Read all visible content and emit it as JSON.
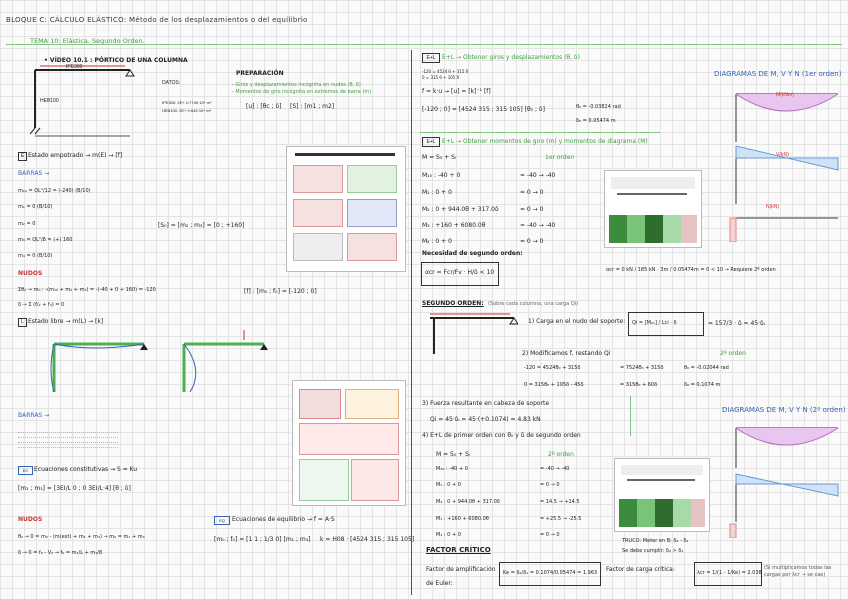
{
  "header": {
    "title": "BLOQUE C: CÁLCULO ELÁSTICO: Método de los desplazamientos o del equilibrio",
    "subtitle": "TEMA 10: Elástica. Segundo Orden."
  },
  "left": {
    "video_title": "• VÍDEO 10.1 : PÓRTICO DE UNA COLUMNA",
    "frame_labels": {
      "beam": "IPE300",
      "col": "HEB100",
      "datos": "DATOS:",
      "datos1": "IPE300: 2E+ I=7740·10⁴ m⁴",
      "datos2": "HEB100: 2E+ I=944·10⁴ m⁴"
    },
    "prep_title": "PREPARACIÓN",
    "prep1": "- Giros y desplazamientos incógnita en nudos (θ, δ)",
    "prep2": "- Momentos de giro incógnita en extremos de barra (m)",
    "prep_mat1": "[u] : [θc ; δ]",
    "prep_mat2": "[S] : [m1 ; m2]",
    "e_title": "Estado empotrado → m(E) → [f]",
    "barras": "BARRAS →",
    "e_rows": [
      "m₁₀ = QL²/12 = (-240) (B/10)",
      "m₁ = 0 (B/10)",
      "m₂ = 0",
      "m₃ = QL²/8 = (+) 160",
      "m₄ = 0 (B/10)"
    ],
    "s_vec": "[S₀] = [m₂ ; m₃] = [0 ; +160]",
    "nudos": "NUDOS",
    "n1": "Σθ₀ → m₀ : -(m₁₀ + m₂ + m₃) = -(-40 + 0 + 160) = -120",
    "n2": "δ → Σ (f/₂ + f₃) = 0",
    "f_vec": "[f] : [m₀ ; f₀] = [-120 ; 0]",
    "l_title": "Estado libre → m(L) → [k]",
    "barras2": "BARRAS →",
    "ec_title": "Ecuaciones constitutivas → S = Ku",
    "ec_mat": "[m₁ ; m₃] = [3EI/L 0 ; 0 3EI/L·4] [θ ; δ]",
    "nudos2": "NUDOS",
    "n3": "θ₀ → 0 = m₀ - (m(ext) + m₁ + m₃) → m₀ = m₁ + m₃",
    "n4": "δ → 0 = f₀ - V₂ → f₀ = m₁/L + m₃/8",
    "eq_title": "Ecuaciones de equilibrio → f = A·S",
    "eq_mat": "[m₀ ; f₀] = [1 1 ; 1/3 0] [m₁ ; m₃]",
    "k_eq": "k = H08 · [4524 315 ; 315 105]"
  },
  "right": {
    "el_title": "E+L → Obtener giros y desplazamientos (θ, δ)",
    "el_small1": "-120 = 4524 θ + 315 δ",
    "el_small2": "0 = 315 θ + 105 δ",
    "el_eq": "f = k·u → [u] = [k]⁻¹ [f]",
    "el_mat": "[-120 ; 0] = [4524 315 ; 315 105] [θ₀ ; δ]",
    "el_result1": "θ₀ = -0.03824 rad",
    "el_result2": "δ₀ = 0.05474 m",
    "el2_title": "E+L → Obtener momentos de giro (m) y momentos de diagrama (M)",
    "order1": "1er orden",
    "m_header": "M = S₀ + Sₗ",
    "m_rows": [
      {
        "lbl": "M₁₀ : -40 + 0",
        "res": "= -40 → -40"
      },
      {
        "lbl": "M₁ : 0 + 0",
        "res": "= 0 → 0"
      },
      {
        "lbl": "M₂ : 0 + 944.0θ + 317.0δ",
        "res": "= 0 → 0"
      },
      {
        "lbl": "M₃ : +160 + 6080.0θ",
        "res": "= -40 → -40"
      },
      {
        "lbl": "M₄ : 0 + 0",
        "res": "= 0 → 0"
      }
    ],
    "diag_title": "DIAGRAMAS DE M, V Y N (1er orden)",
    "diag_labels": {
      "m": "M(kNm)",
      "v": "V(kN)",
      "n": "N(kN)"
    },
    "nec_title": "Necesidad de segundo orden:",
    "nec_formula": "αcr = Fcr/Fv · H/δ < 10",
    "nec_result": "αcr = 0 kN / 185 kN · 3m / 0.05474m = 0 < 10 → Requiere 2º orden",
    "so_title": "SEGUNDO ORDEN:",
    "so_note": "(Sobre cada columna, una carga Qi)",
    "so1": "1) Carga en el nudo del soporte:",
    "so1_eq": "Qi = [M₀₁] / Lci · δ",
    "so1_res": "= 157/3 · δ = 45·δᵢ",
    "so2": "2) Modificamos f, restando Qi",
    "order2": "2º orden",
    "so2_a": "-120 = 4524θ₀ + 315δ",
    "so2_b": "0 = 315θ₀ + 105δ - 45δ",
    "so2_c": "= 7524θ₀ + 315δ",
    "so2_d": "= 315θ₀ + 60δ",
    "so2_r1": "θ₀ = -0.02044 rad",
    "so2_r2": "δ₀ = 0.1074 m",
    "so3": "3) Fuerza resultante en cabeza de soporte",
    "so3_eq": "Qi = 45·δᵢ = 45·(+0.1074) = 4.83 kN",
    "so4": "4) E+L de primer orden con θ₀ y δ de segundo orden",
    "diag2_title": "DIAGRAMAS DE M, V Y N (2º orden)",
    "m2_header": "M = S₀ + Sₗ",
    "m2_rows": [
      {
        "lbl": "M₁₀ : -40 + 0",
        "res": "= -40 → -40"
      },
      {
        "lbl": "M₁ : 0 + 0",
        "res": "= 0 → 0"
      },
      {
        "lbl": "M₂ : 0 + 944.0θ + 317.0δ",
        "res": "= 14.5 → +14.5"
      },
      {
        "lbl": "M₃ : +160 + 6080.0θ",
        "res": "= +25.5 → -25.5"
      },
      {
        "lbl": "M₄ : 0 + 0",
        "res": "= 0 → 0"
      }
    ],
    "truco": "TRUCO: Meter en B: δ₂ - δ₁",
    "truco2": "Se debe cumplir: δ₂ > δ₁",
    "fc_title": "FACTOR CRÍTICO",
    "fc1": "Factor de amplificación",
    "fc1b": "de Euler:",
    "fc1_eq": "Ke = δ₂/δ₁ = 0.1074/0.05474 = 1.963",
    "fc2": "Factor de carga crítica:",
    "fc2_eq": "λcr = 1/(1 - 1/Ke) = 2.038",
    "fc2_note": "(Si multiplicamos todas las cargas por λcr → se cae)"
  },
  "colors": {
    "green": "#3f9c3f",
    "blue": "#3464b8",
    "red": "#cc3333",
    "grid": "#e4e4e4"
  }
}
